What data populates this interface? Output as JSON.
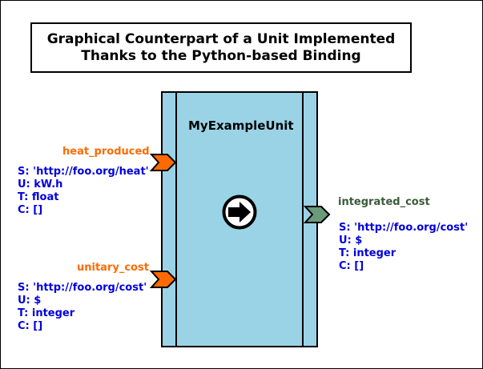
{
  "title": {
    "line1": "Graphical Counterpart of a Unit Implemented",
    "line2": "Thanks to the Python-based Binding"
  },
  "unit": {
    "name": "MyExampleUnit",
    "fill_color": "#9ad3e6",
    "icon": "run-arrow-icon"
  },
  "colors": {
    "input_port": "#ff6a00",
    "output_port": "#6a9a7a",
    "input_label": "#ff6a00",
    "output_label": "#3a5a3a",
    "metadata_text": "#0000dd"
  },
  "inputs": [
    {
      "name": "heat_produced",
      "semantic": "S: 'http://foo.org/heat'",
      "unit": "U: kW.h",
      "type": "T: float",
      "constraints": "C: []"
    },
    {
      "name": "unitary_cost",
      "semantic": "S: 'http://foo.org/cost'",
      "unit": "U: $",
      "type": "T: integer",
      "constraints": "C: []"
    }
  ],
  "outputs": [
    {
      "name": "integrated_cost",
      "semantic": "S: 'http://foo.org/cost'",
      "unit": "U: $",
      "type": "T: integer",
      "constraints": "C: []"
    }
  ]
}
